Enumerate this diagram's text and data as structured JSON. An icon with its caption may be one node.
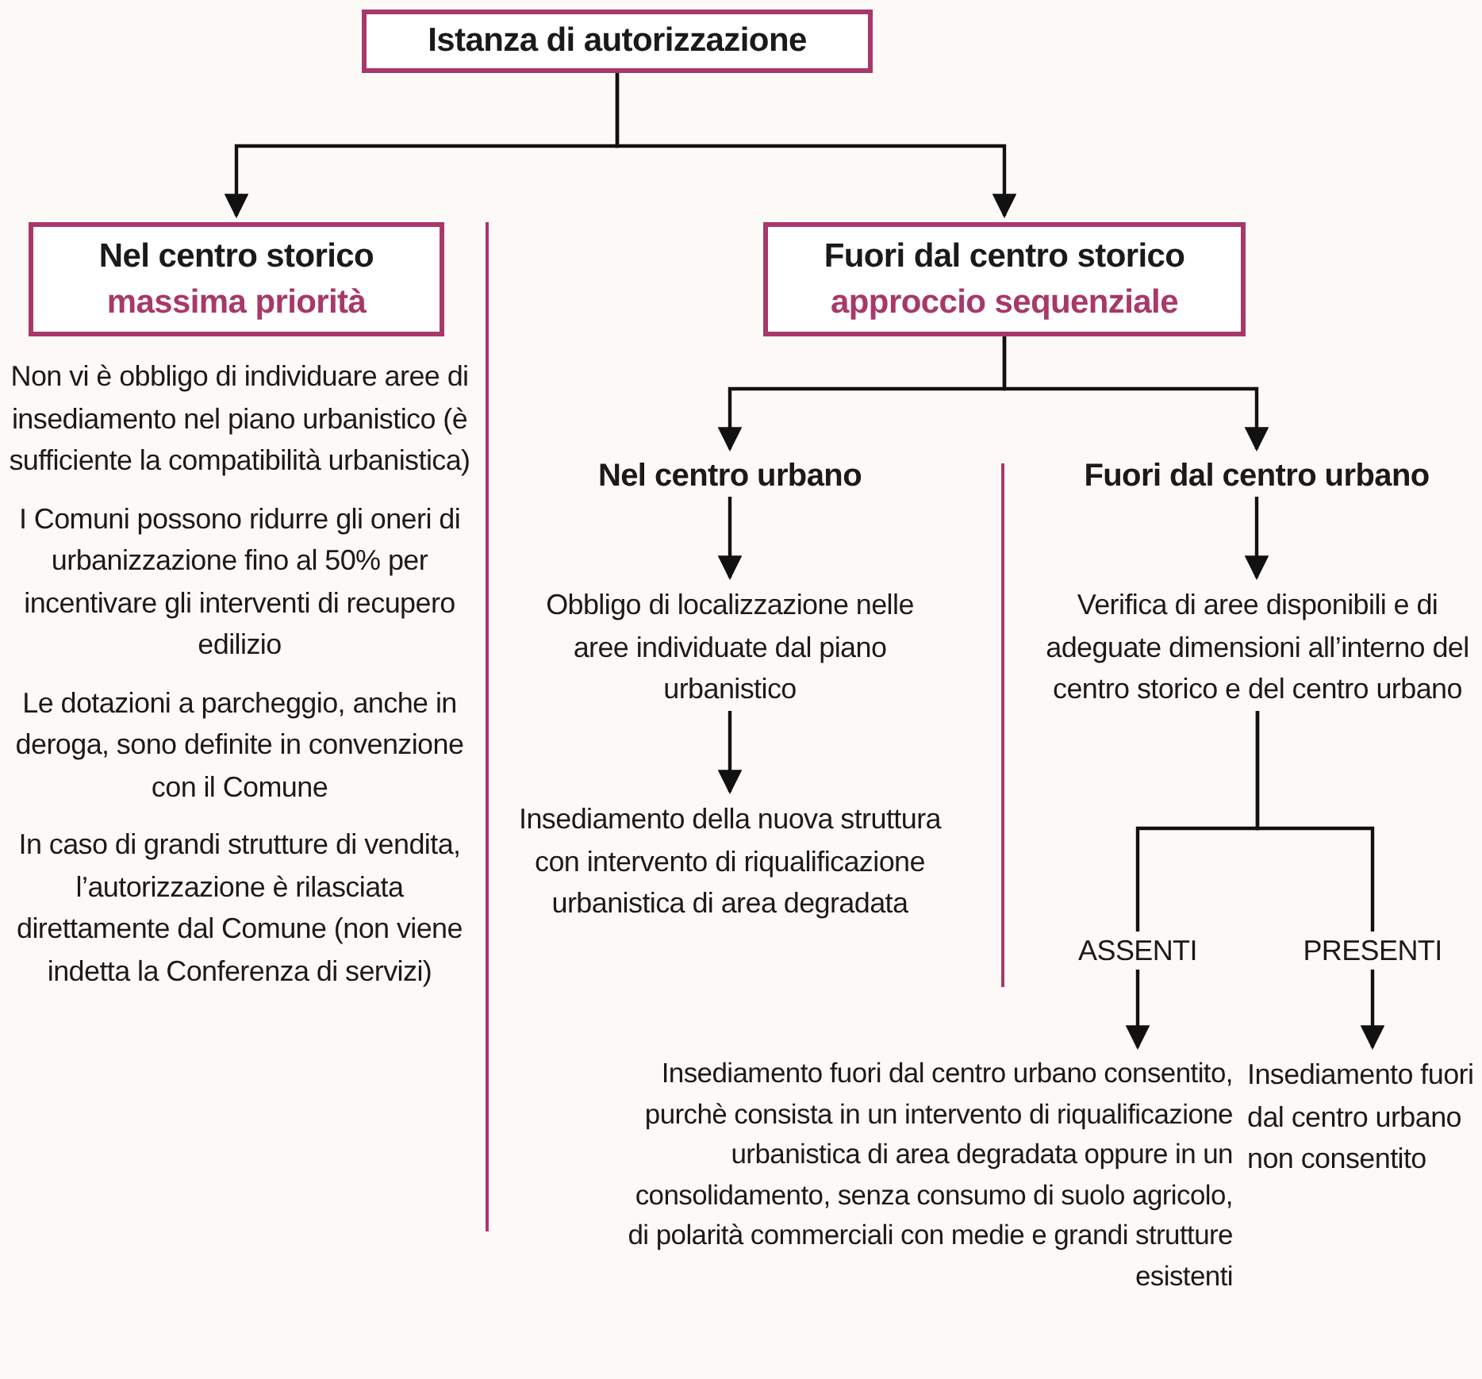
{
  "diagram": {
    "nodes": [
      {
        "text": [
          "Istanza di autorizzazione"
        ]
      },
      {
        "text": [
          "Nel centro storico",
          "massima priorità"
        ]
      },
      {
        "text": [
          "Fuori dal centro storico",
          "approccio sequenziale"
        ]
      },
      {
        "text": [
          "Nel centro urbano"
        ]
      },
      {
        "text": [
          "Fuori dal centro urbano"
        ]
      },
      {
        "text": [
          "Obbligo di localizzazione nelle aree individuate dal piano urbanistico"
        ]
      },
      {
        "text": [
          "Insediamento della nuova struttura con intervento di riqualificazione urbanistica di area degradata"
        ]
      },
      {
        "text": [
          "Verifica di aree disponibili e di adeguate dimensioni all’interno del centro storico e del centro urbano"
        ]
      },
      {
        "text": [
          "Insediamento fuori dal centro urbano consentito, purchè consista in un intervento di riqualificazione urbanistica di area degradata oppure in un consolidamento, senza consumo di suolo agricolo, di polarità commerciali con medie e grandi strutture esistenti"
        ]
      },
      {
        "text": [
          "Insediamento fuori dal centro urbano non consentito"
        ]
      }
    ],
    "edges": [
      {
        "from": 0,
        "to": 1,
        "arrow": "to"
      },
      {
        "from": 0,
        "to": 2,
        "arrow": "to"
      },
      {
        "from": 2,
        "to": 3,
        "arrow": "to"
      },
      {
        "from": 2,
        "to": 4,
        "arrow": "to"
      },
      {
        "from": 3,
        "to": 5,
        "arrow": "to"
      },
      {
        "from": 5,
        "to": 6,
        "arrow": "to"
      },
      {
        "from": 4,
        "to": 7,
        "arrow": "to"
      },
      {
        "from": 7,
        "to": 8,
        "arrow": "to",
        "label": "ASSENTI"
      },
      {
        "from": 7,
        "to": 9,
        "arrow": "to",
        "label": "PRESENTI"
      }
    ],
    "labels": [
      "Non vi è obbligo di individuare aree di insediamento nel piano urbanistico (è sufficiente la compatibilità urbanistica)",
      "I Comuni possono ridurre gli oneri di urbanizzazione fino al 50% per incentivare gli interventi di recupero edilizio",
      "Le dotazioni a parcheggio, anche in deroga, sono definite in convenzione con il Comune",
      "In caso di grandi strutture di vendita, l’autorizzazione è rilasciata direttamente dal Comune (non viene indetta la Conferenza di servizi)"
    ]
  }
}
